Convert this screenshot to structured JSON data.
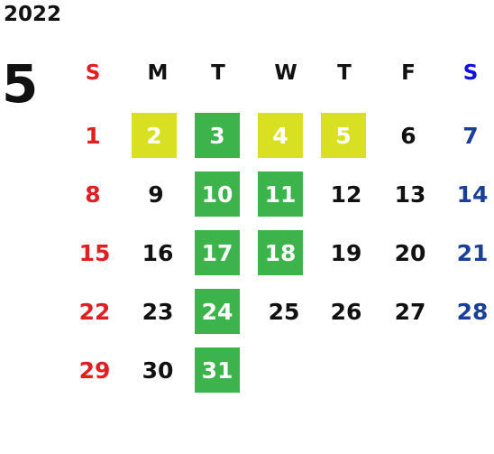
{
  "year": "2022",
  "month": "5",
  "weekdays": [
    "S",
    "M",
    "T",
    "W",
    "T",
    "F",
    "S"
  ],
  "weeks": [
    [
      "1",
      "2",
      "3",
      "4",
      "5",
      "6",
      "7"
    ],
    [
      "8",
      "9",
      "10",
      "11",
      "12",
      "13",
      "14"
    ],
    [
      "15",
      "16",
      "17",
      "18",
      "19",
      "20",
      "21"
    ],
    [
      "22",
      "23",
      "24",
      "25",
      "26",
      "27",
      "28"
    ],
    [
      "29",
      "30",
      "31",
      "",
      "",
      "",
      ""
    ]
  ],
  "highlights": {
    "yellow": [
      "2",
      "4",
      "5"
    ],
    "green": [
      "3",
      "10",
      "11",
      "17",
      "18",
      "24",
      "31"
    ]
  },
  "colors": {
    "sunday": "#e02020",
    "saturday_header": "#1010e0",
    "saturday": "#1a3f99",
    "highlight_yellow": "#d9e021",
    "highlight_green": "#3cb44b"
  }
}
